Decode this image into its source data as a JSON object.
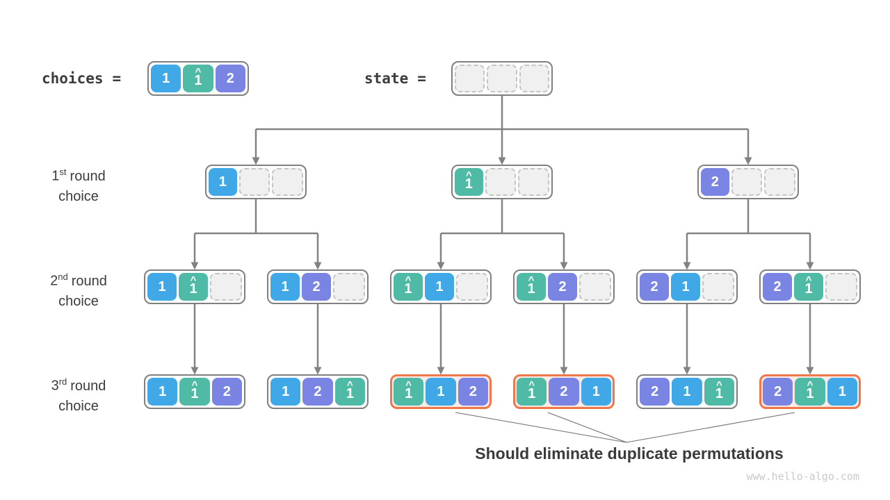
{
  "header": {
    "choices_label": "choices",
    "state_label": "state",
    "eq": "="
  },
  "row_labels": [
    {
      "ordinal": "1",
      "suffix": "st",
      "rest": "round",
      "line2": "choice"
    },
    {
      "ordinal": "2",
      "suffix": "nd",
      "rest": "round",
      "line2": "choice"
    },
    {
      "ordinal": "3",
      "suffix": "rd",
      "rest": "round",
      "line2": "choice"
    }
  ],
  "note": "Should eliminate duplicate permutations",
  "watermark": "www.hello-algo.com",
  "colors": {
    "blue": "#41A8E8",
    "teal": "#4FBAA6",
    "purple": "#7A85E3",
    "line_gray": "#828282",
    "box_border": "#7F7F7F",
    "highlight_border": "#F0764C",
    "highlight_fill": "#FBE9E4",
    "empty_fill": "#F0F0F0",
    "text_dark": "#3B3B3B",
    "watermark_gray": "#C9C9C9"
  },
  "boxes": [
    {
      "id": "choices",
      "variant": "plain",
      "cells": [
        {
          "v": "1",
          "hat": "",
          "c": "blue"
        },
        {
          "v": "1",
          "hat": "^",
          "c": "teal"
        },
        {
          "v": "2",
          "hat": "",
          "c": "purple"
        }
      ]
    },
    {
      "id": "state",
      "variant": "plain",
      "cells": [
        {
          "v": "",
          "hat": "",
          "c": "empty"
        },
        {
          "v": "",
          "hat": "",
          "c": "empty"
        },
        {
          "v": "",
          "hat": "",
          "c": "empty"
        }
      ]
    },
    {
      "id": "round1-1",
      "variant": "plain",
      "cells": [
        {
          "v": "1",
          "hat": "",
          "c": "blue"
        },
        {
          "v": "",
          "hat": "",
          "c": "empty"
        },
        {
          "v": "",
          "hat": "",
          "c": "empty"
        }
      ]
    },
    {
      "id": "round1-2",
      "variant": "plain",
      "cells": [
        {
          "v": "1",
          "hat": "^",
          "c": "teal"
        },
        {
          "v": "",
          "hat": "",
          "c": "empty"
        },
        {
          "v": "",
          "hat": "",
          "c": "empty"
        }
      ]
    },
    {
      "id": "round1-3",
      "variant": "plain",
      "cells": [
        {
          "v": "2",
          "hat": "",
          "c": "purple"
        },
        {
          "v": "",
          "hat": "",
          "c": "empty"
        },
        {
          "v": "",
          "hat": "",
          "c": "empty"
        }
      ]
    },
    {
      "id": "round2-1",
      "variant": "plain",
      "cells": [
        {
          "v": "1",
          "hat": "",
          "c": "blue"
        },
        {
          "v": "1",
          "hat": "^",
          "c": "teal"
        },
        {
          "v": "",
          "hat": "",
          "c": "empty"
        }
      ]
    },
    {
      "id": "round2-2",
      "variant": "plain",
      "cells": [
        {
          "v": "1",
          "hat": "",
          "c": "blue"
        },
        {
          "v": "2",
          "hat": "",
          "c": "purple"
        },
        {
          "v": "",
          "hat": "",
          "c": "empty"
        }
      ]
    },
    {
      "id": "round2-3",
      "variant": "plain",
      "cells": [
        {
          "v": "1",
          "hat": "^",
          "c": "teal"
        },
        {
          "v": "1",
          "hat": "",
          "c": "blue"
        },
        {
          "v": "",
          "hat": "",
          "c": "empty"
        }
      ]
    },
    {
      "id": "round2-4",
      "variant": "plain",
      "cells": [
        {
          "v": "1",
          "hat": "^",
          "c": "teal"
        },
        {
          "v": "2",
          "hat": "",
          "c": "purple"
        },
        {
          "v": "",
          "hat": "",
          "c": "empty"
        }
      ]
    },
    {
      "id": "round2-5",
      "variant": "plain",
      "cells": [
        {
          "v": "2",
          "hat": "",
          "c": "purple"
        },
        {
          "v": "1",
          "hat": "",
          "c": "blue"
        },
        {
          "v": "",
          "hat": "",
          "c": "empty"
        }
      ]
    },
    {
      "id": "round2-6",
      "variant": "plain",
      "cells": [
        {
          "v": "2",
          "hat": "",
          "c": "purple"
        },
        {
          "v": "1",
          "hat": "^",
          "c": "teal"
        },
        {
          "v": "",
          "hat": "",
          "c": "empty"
        }
      ]
    },
    {
      "id": "round3-1",
      "variant": "plain",
      "cells": [
        {
          "v": "1",
          "hat": "",
          "c": "blue"
        },
        {
          "v": "1",
          "hat": "^",
          "c": "teal"
        },
        {
          "v": "2",
          "hat": "",
          "c": "purple"
        }
      ]
    },
    {
      "id": "round3-2",
      "variant": "plain",
      "cells": [
        {
          "v": "1",
          "hat": "",
          "c": "blue"
        },
        {
          "v": "2",
          "hat": "",
          "c": "purple"
        },
        {
          "v": "1",
          "hat": "^",
          "c": "teal"
        }
      ]
    },
    {
      "id": "round3-3",
      "variant": "highlight",
      "cells": [
        {
          "v": "1",
          "hat": "^",
          "c": "teal"
        },
        {
          "v": "1",
          "hat": "",
          "c": "blue"
        },
        {
          "v": "2",
          "hat": "",
          "c": "purple"
        }
      ]
    },
    {
      "id": "round3-4",
      "variant": "highlight",
      "cells": [
        {
          "v": "1",
          "hat": "^",
          "c": "teal"
        },
        {
          "v": "2",
          "hat": "",
          "c": "purple"
        },
        {
          "v": "1",
          "hat": "",
          "c": "blue"
        }
      ]
    },
    {
      "id": "round3-5",
      "variant": "plain",
      "cells": [
        {
          "v": "2",
          "hat": "",
          "c": "purple"
        },
        {
          "v": "1",
          "hat": "",
          "c": "blue"
        },
        {
          "v": "1",
          "hat": "^",
          "c": "teal"
        }
      ]
    },
    {
      "id": "round3-6",
      "variant": "highlight",
      "cells": [
        {
          "v": "2",
          "hat": "",
          "c": "purple"
        },
        {
          "v": "1",
          "hat": "^",
          "c": "teal"
        },
        {
          "v": "1",
          "hat": "",
          "c": "blue"
        }
      ]
    }
  ]
}
